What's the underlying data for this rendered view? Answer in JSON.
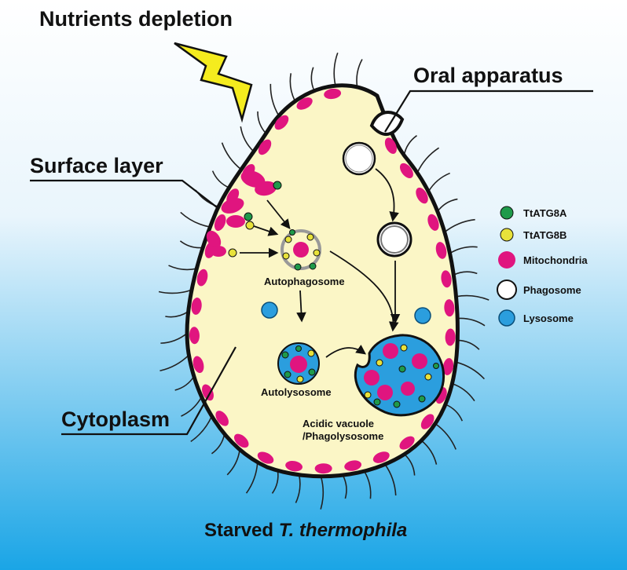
{
  "labels": {
    "nutrients": "Nutrients depletion",
    "oral": "Oral apparatus",
    "surface": "Surface layer",
    "cytoplasm": "Cytoplasm",
    "autophagosome": "Autophagosome",
    "autolysosome": "Autolysosome",
    "acidic_line1": "Acidic vacuole",
    "acidic_line2": "/Phagolysosome",
    "caption_prefix": "Starved ",
    "caption_species": "T. thermophila"
  },
  "legend": [
    {
      "label": "TtATG8A",
      "color": "#1f9a4a",
      "icon": "green-dot"
    },
    {
      "label": "TtATG8B",
      "color": "#e8e23a",
      "icon": "yellow-dot"
    },
    {
      "label": "Mitochondria",
      "color": "#e0157f",
      "icon": "magenta-dot"
    },
    {
      "label": "Phagosome",
      "color": "#ffffff",
      "icon": "white-ring"
    },
    {
      "label": "Lysosome",
      "color": "#2b9ede",
      "icon": "blue-dot"
    }
  ],
  "colors": {
    "cell": "#fbf6c6",
    "mitochondria": "#e0157f",
    "lysosome": "#2b9ede",
    "atg8a": "#1f9a4a",
    "atg8b": "#e8e23a",
    "lightning": "#f5ec1e",
    "bg_top": "#ffffff",
    "bg_bottom": "#1aa5e6"
  }
}
